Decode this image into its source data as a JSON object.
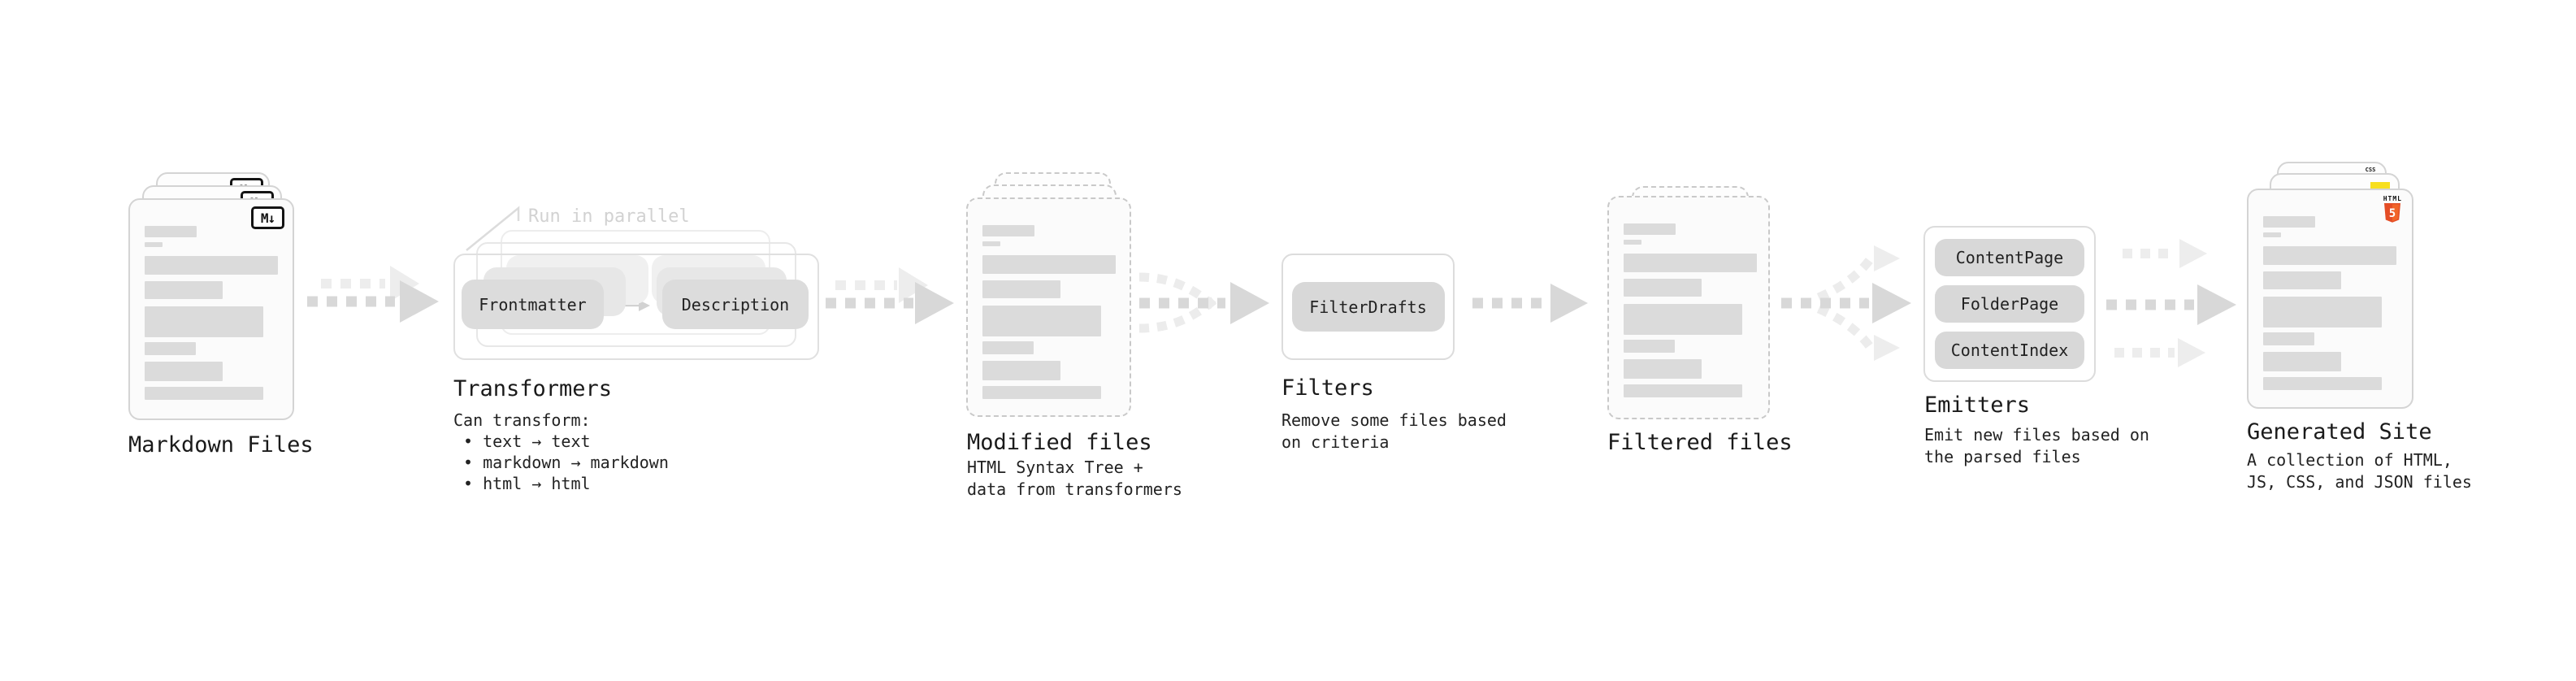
{
  "sections": {
    "markdown_files": {
      "title": "Markdown Files",
      "badge": "M↓"
    },
    "transformers": {
      "title": "Transformers",
      "annotation": "Run in parallel",
      "pill_input": "Frontmatter",
      "pill_output": "Description",
      "desc_heading": "Can transform:",
      "bullets": [
        "• text → text",
        "• markdown → markdown",
        "• html → html"
      ]
    },
    "modified_files": {
      "title": "Modified files",
      "description": "HTML Syntax Tree +\ndata from transformers"
    },
    "filters": {
      "title": "Filters",
      "pill": "FilterDrafts",
      "description": "Remove some files based\non criteria"
    },
    "filtered_files": {
      "title": "Filtered files"
    },
    "emitters": {
      "title": "Emitters",
      "pills": [
        "ContentPage",
        "FolderPage",
        "ContentIndex"
      ],
      "description": "Emit new files based on\nthe parsed files"
    },
    "generated_site": {
      "title": "Generated Site",
      "description": "A collection of HTML,\nJS, CSS, and JSON files",
      "html_badge_word": "HTML",
      "html_badge_number": "5",
      "css_badge_word": "CSS"
    }
  },
  "colors": {
    "html5_orange": "#e44d26",
    "html5_orange_light": "#f16529",
    "js_yellow": "#f7df1e",
    "css_blue": "#2962e9",
    "bar_gray": "#dbdbdb",
    "arrow_gray": "#d8d8d8",
    "arrow_light": "#ededed",
    "annotation_gray": "#d2d2d2"
  }
}
